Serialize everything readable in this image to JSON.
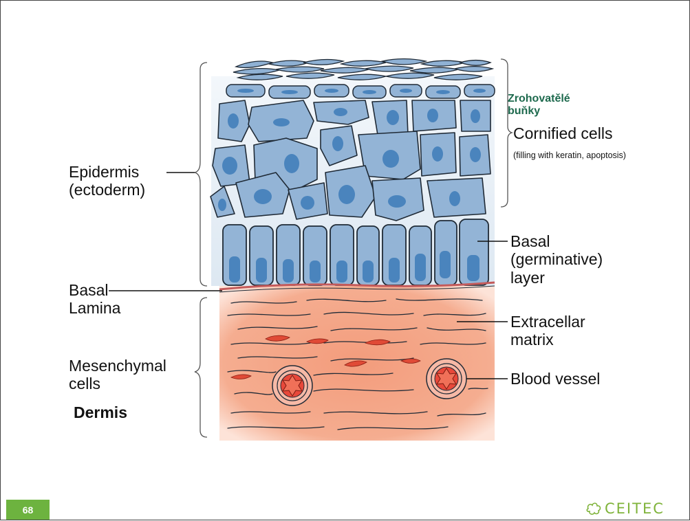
{
  "slide": {
    "page_number": "68"
  },
  "labels": {
    "czech_line1": "Zrohovatělé",
    "czech_line2": "buňky",
    "cornified": "Cornified cells",
    "cornified_note": "(filling with keratin, apoptosis)",
    "epidermis_line1": "Epidermis",
    "epidermis_line2": "(ectoderm)",
    "basal_layer_line1": "Basal",
    "basal_layer_line2": "(germinative)",
    "basal_layer_line3": "layer",
    "basal_lamina_line1": "Basal",
    "basal_lamina_line2": "Lamina",
    "ecm_line1": "Extracellar",
    "ecm_line2": "matrix",
    "mesenchymal_line1": "Mesenchymal",
    "mesenchymal_line2": "cells",
    "dermis": "Dermis",
    "blood_vessel": "Blood vessel"
  },
  "logo": {
    "text": "CEITEC"
  },
  "colors": {
    "cell_fill": "#93b4d6",
    "nucleus": "#4a84bd",
    "cell_outline": "#1f2a36",
    "dermis_fill": "#f5a888",
    "fibroblast": "#e04a36",
    "vessel": "#e8483a",
    "brand_green": "#6db33f",
    "czech_text": "#1e6a4e"
  }
}
